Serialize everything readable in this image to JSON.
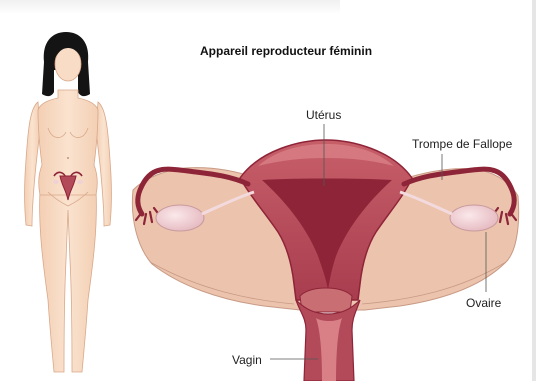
{
  "diagram": {
    "title": "Appareil reproducteur féminin",
    "labels": {
      "uterus": "Utérus",
      "fallopian_tube": "Trompe de Fallope",
      "ovary": "Ovaire",
      "vagina": "Vagin"
    }
  },
  "colors": {
    "skin": "#f7d9c0",
    "skin_outline": "#d9a88a",
    "hair": "#141414",
    "organ_dark": "#8e2438",
    "organ_mid": "#b34a5a",
    "organ_light": "#c96f73",
    "tissue": "#ecc4ad",
    "ovary": "#f0d2d6",
    "leader": "#555555"
  }
}
